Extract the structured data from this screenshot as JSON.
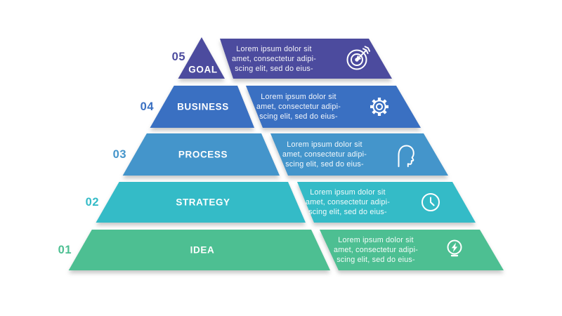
{
  "background_color": "#ffffff",
  "label_text_color": "#ffffff",
  "levels": [
    {
      "number": "05",
      "label": "GOAL",
      "color": "#4c4b9e",
      "icon": "target-icon",
      "desc_lines": [
        "Lorem ipsum dolor sit",
        "amet, consectetur adipi-",
        "scing elit, sed do eius-"
      ]
    },
    {
      "number": "04",
      "label": "BUSINESS",
      "color": "#3a70c2",
      "icon": "gear-icon",
      "desc_lines": [
        "Lorem ipsum dolor sit",
        "amet, consectetur adipi-",
        "scing elit, sed do eius-"
      ]
    },
    {
      "number": "03",
      "label": "PROCESS",
      "color": "#4495cb",
      "icon": "head-icon",
      "desc_lines": [
        "Lorem ipsum dolor sit",
        "amet, consectetur adipi-",
        "scing elit, sed do eius-"
      ]
    },
    {
      "number": "02",
      "label": "STRATEGY",
      "color": "#34bbc7",
      "icon": "clock-icon",
      "desc_lines": [
        "Lorem ipsum dolor sit",
        "amet, consectetur adipi-",
        "scing elit, sed do eius-"
      ]
    },
    {
      "number": "01",
      "label": "IDEA",
      "color": "#4dbf92",
      "icon": "lightbulb-icon",
      "desc_lines": [
        "Lorem ipsum dolor sit",
        "amet, consectetur adipi-",
        "scing elit, sed do eius-"
      ]
    }
  ]
}
